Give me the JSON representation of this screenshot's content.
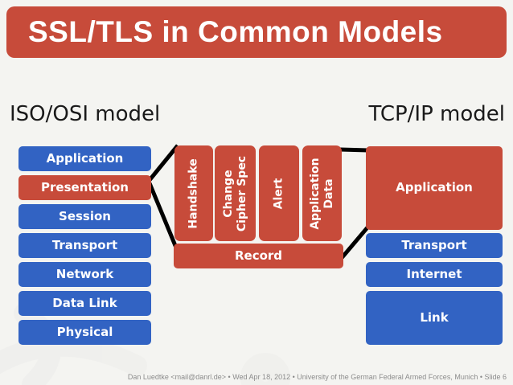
{
  "slide": {
    "title": "SSL/TLS in Common Models",
    "footer": "Dan Luedtke <mail@danrl.de> • Wed Apr 18, 2012 • University of the German Federal Armed Forces, Munich • Slide 6"
  },
  "colors": {
    "accent_red": "#c74b3a",
    "accent_blue": "#3263c3",
    "background": "#f4f4f1",
    "connector_line": "#000000",
    "heading_text": "#1a1a1a",
    "footer_text": "#8c8c8c"
  },
  "osi": {
    "heading": "ISO/OSI model",
    "layers": [
      {
        "label": "Application",
        "highlight": "blue"
      },
      {
        "label": "Presentation",
        "highlight": "red"
      },
      {
        "label": "Session",
        "highlight": "blue"
      },
      {
        "label": "Transport",
        "highlight": "blue"
      },
      {
        "label": "Network",
        "highlight": "blue"
      },
      {
        "label": "Data Link",
        "highlight": "blue"
      },
      {
        "label": "Physical",
        "highlight": "blue"
      }
    ]
  },
  "ssl": {
    "protocols": [
      {
        "lines": [
          "Handshake"
        ]
      },
      {
        "lines": [
          "Change",
          "Cipher Spec"
        ]
      },
      {
        "lines": [
          "Alert"
        ]
      },
      {
        "lines": [
          "Application",
          "Data"
        ]
      }
    ],
    "record_label": "Record"
  },
  "tcpip": {
    "heading": "TCP/IP model",
    "layers": [
      {
        "label": "Application",
        "highlight": "red"
      },
      {
        "label": "Transport",
        "highlight": "blue"
      },
      {
        "label": "Internet",
        "highlight": "blue"
      },
      {
        "label": "Link",
        "highlight": "blue"
      }
    ]
  }
}
